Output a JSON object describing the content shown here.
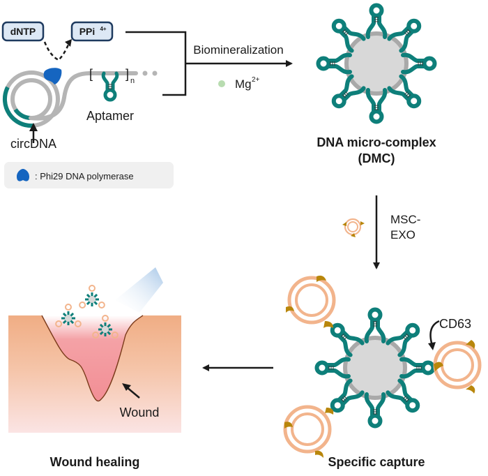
{
  "colors": {
    "teal": "#0e7f7a",
    "dna_gray": "#b5b5b5",
    "core_gray": "#d8d8d8",
    "core_ring": "#a9a9a9",
    "polymerase_blue": "#1565c0",
    "box_fill": "#dde8f5",
    "box_stroke": "#1e3a5f",
    "mg_green": "#b8dcb0",
    "exo_orange": "#f2b48c",
    "cd63_gold": "#b8860b",
    "skin_top": "#f0ad84",
    "skin_bottom": "#fbe3e3",
    "wound_red": "#f4a2a6",
    "legend_bg": "#f0f0f0",
    "light_beam": "#a9c8e8"
  },
  "labels": {
    "dntp": "dNTP",
    "ppi": "PPi",
    "ppi_sup": "4+",
    "circdna": "circDNA",
    "aptamer": "Aptamer",
    "repeat_n": "n",
    "legend_text": ": Phi29 DNA polymerase",
    "biomineralization": "Biomineralization",
    "mg": "Mg",
    "mg_sup": "2+",
    "dmc_title": "DNA micro-complex",
    "dmc_abbr": "(DMC)",
    "msc_line1": "MSC-",
    "msc_line2": "EXO",
    "cd63": "CD63",
    "specific_capture": "Specific capture",
    "wound": "Wound",
    "wound_healing": "Wound healing"
  },
  "icons": {
    "polymerase": "phi29-polymerase-icon",
    "exosome": "exosome-icon",
    "mg_ion": "mg-ion-dot-icon"
  }
}
